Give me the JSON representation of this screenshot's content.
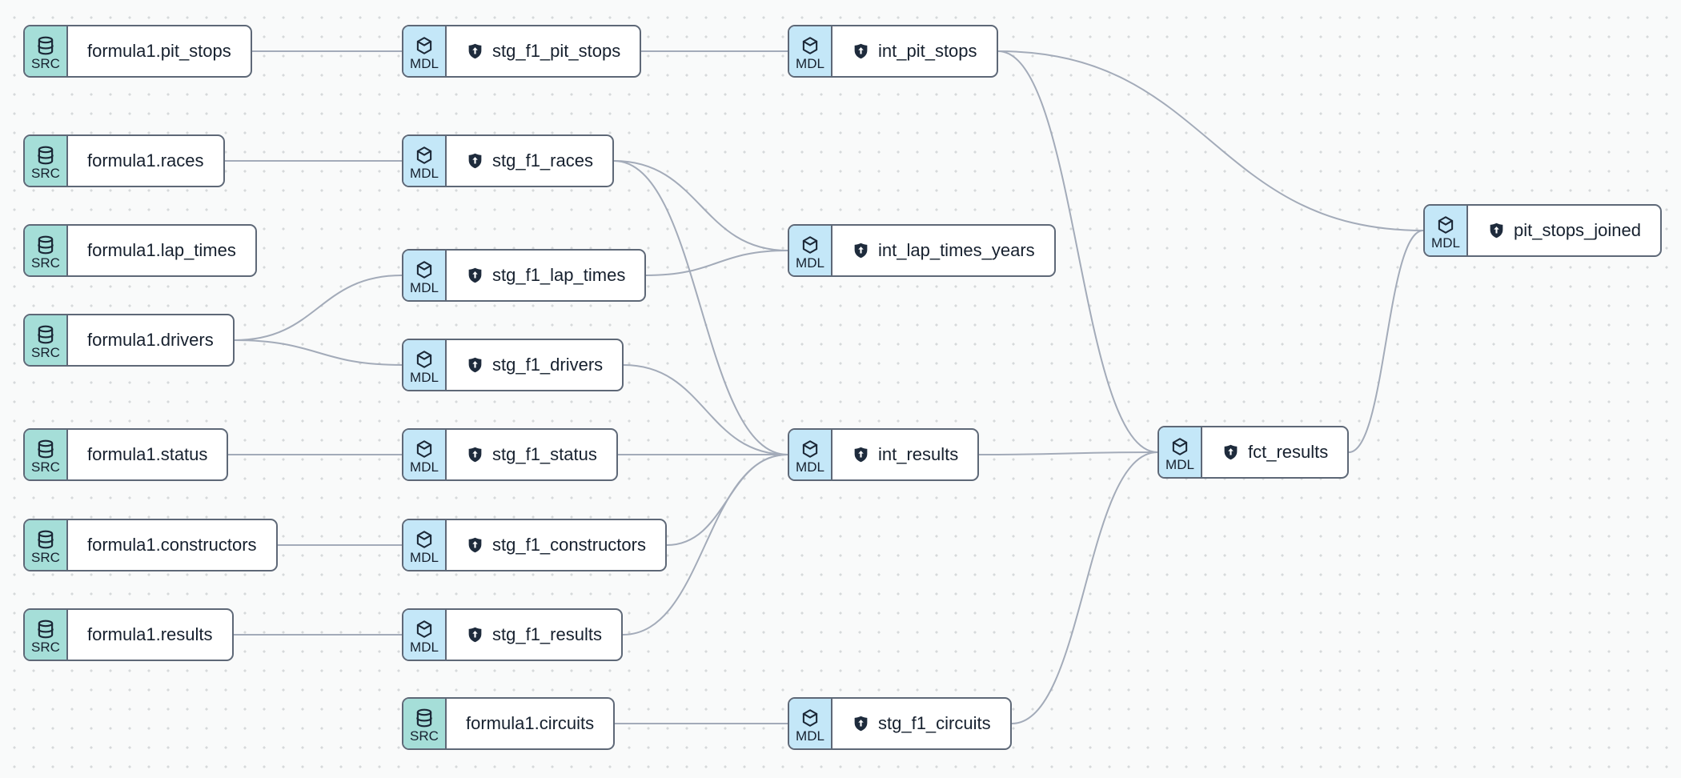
{
  "app": {
    "view_name": "dbt lineage graph",
    "icons": {
      "source_badge": "database-icon",
      "model_badge": "cube-icon",
      "model_access": "shield-icon"
    }
  },
  "theme": {
    "bg": "#f9fafa",
    "dot": "#d6d9db",
    "edge": "#a3abb9",
    "node_border": "#5e6877",
    "text": "#16202e",
    "src_bg": "#a5ded8",
    "mdl_bg": "#c4e7f8",
    "shield": "#1e2b3c",
    "node_bg": "#ffffff"
  },
  "nodes": [
    {
      "id": "src_pit_stops",
      "kind": "source",
      "kind_label": "SRC",
      "label": "formula1.pit_stops"
    },
    {
      "id": "src_races",
      "kind": "source",
      "kind_label": "SRC",
      "label": "formula1.races"
    },
    {
      "id": "src_lap_times",
      "kind": "source",
      "kind_label": "SRC",
      "label": "formula1.lap_times"
    },
    {
      "id": "src_drivers",
      "kind": "source",
      "kind_label": "SRC",
      "label": "formula1.drivers"
    },
    {
      "id": "src_status",
      "kind": "source",
      "kind_label": "SRC",
      "label": "formula1.status"
    },
    {
      "id": "src_constructors",
      "kind": "source",
      "kind_label": "SRC",
      "label": "formula1.constructors"
    },
    {
      "id": "src_results",
      "kind": "source",
      "kind_label": "SRC",
      "label": "formula1.results"
    },
    {
      "id": "src_circuits",
      "kind": "source",
      "kind_label": "SRC",
      "label": "formula1.circuits"
    },
    {
      "id": "stg_pit_stops",
      "kind": "model",
      "kind_label": "MDL",
      "label": "stg_f1_pit_stops"
    },
    {
      "id": "stg_races",
      "kind": "model",
      "kind_label": "MDL",
      "label": "stg_f1_races"
    },
    {
      "id": "stg_lap_times",
      "kind": "model",
      "kind_label": "MDL",
      "label": "stg_f1_lap_times"
    },
    {
      "id": "stg_drivers",
      "kind": "model",
      "kind_label": "MDL",
      "label": "stg_f1_drivers"
    },
    {
      "id": "stg_status",
      "kind": "model",
      "kind_label": "MDL",
      "label": "stg_f1_status"
    },
    {
      "id": "stg_constructors",
      "kind": "model",
      "kind_label": "MDL",
      "label": "stg_f1_constructors"
    },
    {
      "id": "stg_results",
      "kind": "model",
      "kind_label": "MDL",
      "label": "stg_f1_results"
    },
    {
      "id": "stg_circuits",
      "kind": "model",
      "kind_label": "MDL",
      "label": "stg_f1_circuits"
    },
    {
      "id": "int_pit_stops",
      "kind": "model",
      "kind_label": "MDL",
      "label": "int_pit_stops"
    },
    {
      "id": "int_lap_times_years",
      "kind": "model",
      "kind_label": "MDL",
      "label": "int_lap_times_years"
    },
    {
      "id": "int_results",
      "kind": "model",
      "kind_label": "MDL",
      "label": "int_results"
    },
    {
      "id": "fct_results",
      "kind": "model",
      "kind_label": "MDL",
      "label": "fct_results"
    },
    {
      "id": "pit_stops_joined",
      "kind": "model",
      "kind_label": "MDL",
      "label": "pit_stops_joined"
    }
  ],
  "edges": [
    {
      "source": "src_pit_stops",
      "target": "stg_pit_stops"
    },
    {
      "source": "stg_pit_stops",
      "target": "int_pit_stops"
    },
    {
      "source": "int_pit_stops",
      "target": "pit_stops_joined"
    },
    {
      "source": "int_pit_stops",
      "target": "fct_results"
    },
    {
      "source": "src_races",
      "target": "stg_races"
    },
    {
      "source": "stg_races",
      "target": "int_lap_times_years"
    },
    {
      "source": "stg_races",
      "target": "int_results"
    },
    {
      "source": "src_drivers",
      "target": "stg_lap_times"
    },
    {
      "source": "src_drivers",
      "target": "stg_drivers"
    },
    {
      "source": "stg_lap_times",
      "target": "int_lap_times_years"
    },
    {
      "source": "stg_drivers",
      "target": "int_results"
    },
    {
      "source": "src_status",
      "target": "stg_status"
    },
    {
      "source": "stg_status",
      "target": "int_results"
    },
    {
      "source": "src_constructors",
      "target": "stg_constructors"
    },
    {
      "source": "stg_constructors",
      "target": "int_results"
    },
    {
      "source": "src_results",
      "target": "stg_results"
    },
    {
      "source": "stg_results",
      "target": "int_results"
    },
    {
      "source": "src_circuits",
      "target": "stg_circuits"
    },
    {
      "source": "stg_circuits",
      "target": "fct_results"
    },
    {
      "source": "int_results",
      "target": "fct_results"
    },
    {
      "source": "fct_results",
      "target": "pit_stops_joined"
    }
  ]
}
